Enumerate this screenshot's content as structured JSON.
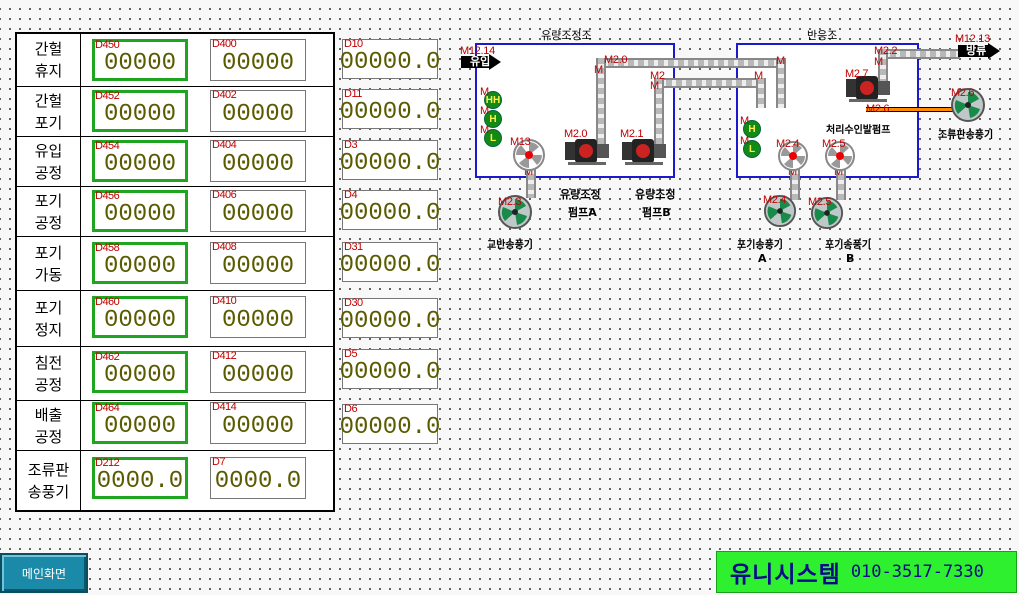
{
  "rows": [
    {
      "label_line1": "간헐",
      "label_line2": "휴지",
      "a": {
        "tag": "D450",
        "value": "00000"
      },
      "b": {
        "tag": "D400",
        "value": "00000"
      },
      "c": {
        "tag": "D10",
        "value": "00000.0"
      }
    },
    {
      "label_line1": "간헐",
      "label_line2": "포기",
      "a": {
        "tag": "D452",
        "value": "00000"
      },
      "b": {
        "tag": "D402",
        "value": "00000"
      },
      "c": {
        "tag": "D11",
        "value": "00000.0"
      }
    },
    {
      "label_line1": "유입",
      "label_line2": "공정",
      "a": {
        "tag": "D454",
        "value": "00000"
      },
      "b": {
        "tag": "D404",
        "value": "00000"
      },
      "c": {
        "tag": "D3",
        "value": "00000.0"
      }
    },
    {
      "label_line1": "포기",
      "label_line2": "공정",
      "a": {
        "tag": "D456",
        "value": "00000"
      },
      "b": {
        "tag": "D406",
        "value": "00000"
      },
      "c": {
        "tag": "D4",
        "value": "00000.0"
      }
    },
    {
      "label_line1": "포기",
      "label_line2": "가동",
      "a": {
        "tag": "D458",
        "value": "00000"
      },
      "b": {
        "tag": "D408",
        "value": "00000"
      },
      "c": {
        "tag": "D31",
        "value": "00000.0"
      }
    },
    {
      "label_line1": "포기",
      "label_line2": "정지",
      "a": {
        "tag": "D460",
        "value": "00000"
      },
      "b": {
        "tag": "D410",
        "value": "00000"
      },
      "c": {
        "tag": "D30",
        "value": "00000.0"
      }
    },
    {
      "label_line1": "침전",
      "label_line2": "공정",
      "a": {
        "tag": "D462",
        "value": "00000"
      },
      "b": {
        "tag": "D412",
        "value": "00000"
      },
      "c": {
        "tag": "D5",
        "value": "00000.0"
      }
    },
    {
      "label_line1": "배출",
      "label_line2": "공정",
      "a": {
        "tag": "D464",
        "value": "00000"
      },
      "b": {
        "tag": "D414",
        "value": "00000"
      },
      "c": {
        "tag": "D6",
        "value": "00000.0"
      }
    },
    {
      "label_line1": "조류판",
      "label_line2": "송풍기",
      "a": {
        "tag": "D212",
        "value": "0000.0"
      },
      "b": {
        "tag": "D7",
        "value": "0000.0"
      },
      "c": null
    }
  ],
  "diagram": {
    "tank1_title": "유량조정조",
    "tank2_title": "반응조",
    "inflow_label": "유입",
    "outflow_label": "방류",
    "inflow_tag": "M12.14",
    "outflow_tag": "M12.13",
    "pump_a_line1": "유량조정",
    "pump_a_line2": "펌프A",
    "pump_b_line1": "유량조정",
    "pump_b_line2": "펌프B",
    "agitator_blower": "교반송풍기",
    "treated_pump": "처리수인발펌프",
    "algae_blower": "조류판송풍기",
    "aer_blower_a_line1": "포기송풍기",
    "aer_blower_a_line2": "A",
    "aer_blower_b_line1": "포기송풍기",
    "aer_blower_b_line2": "B",
    "lamp_hh": "HH",
    "lamp_h": "H",
    "lamp_l": "L",
    "m_tags": {
      "t_m20": "M2.0",
      "t_m2": "M2",
      "t_m": "M",
      "t_m2_0": "M2.0",
      "t_m2_1": "M2.1",
      "t_m2_3": "M2.3",
      "t_m2_2": "M2.2",
      "t_m2_4": "M2.4",
      "t_m2_5": "M2.5",
      "t_m2_6": "M2.6",
      "t_m2_7": "M2.7",
      "t_m13": "M13"
    }
  },
  "bottom": {
    "main_button": "메인화면",
    "brand_name": "유니시스템",
    "brand_phone": "010-3517-7330"
  },
  "colors": {
    "tank_border": "#1a1acc",
    "value_text": "#5a5a00",
    "tag_text": "#c00000",
    "brand_bg": "#2ef02e",
    "button_bg": "#1b8aa8"
  }
}
